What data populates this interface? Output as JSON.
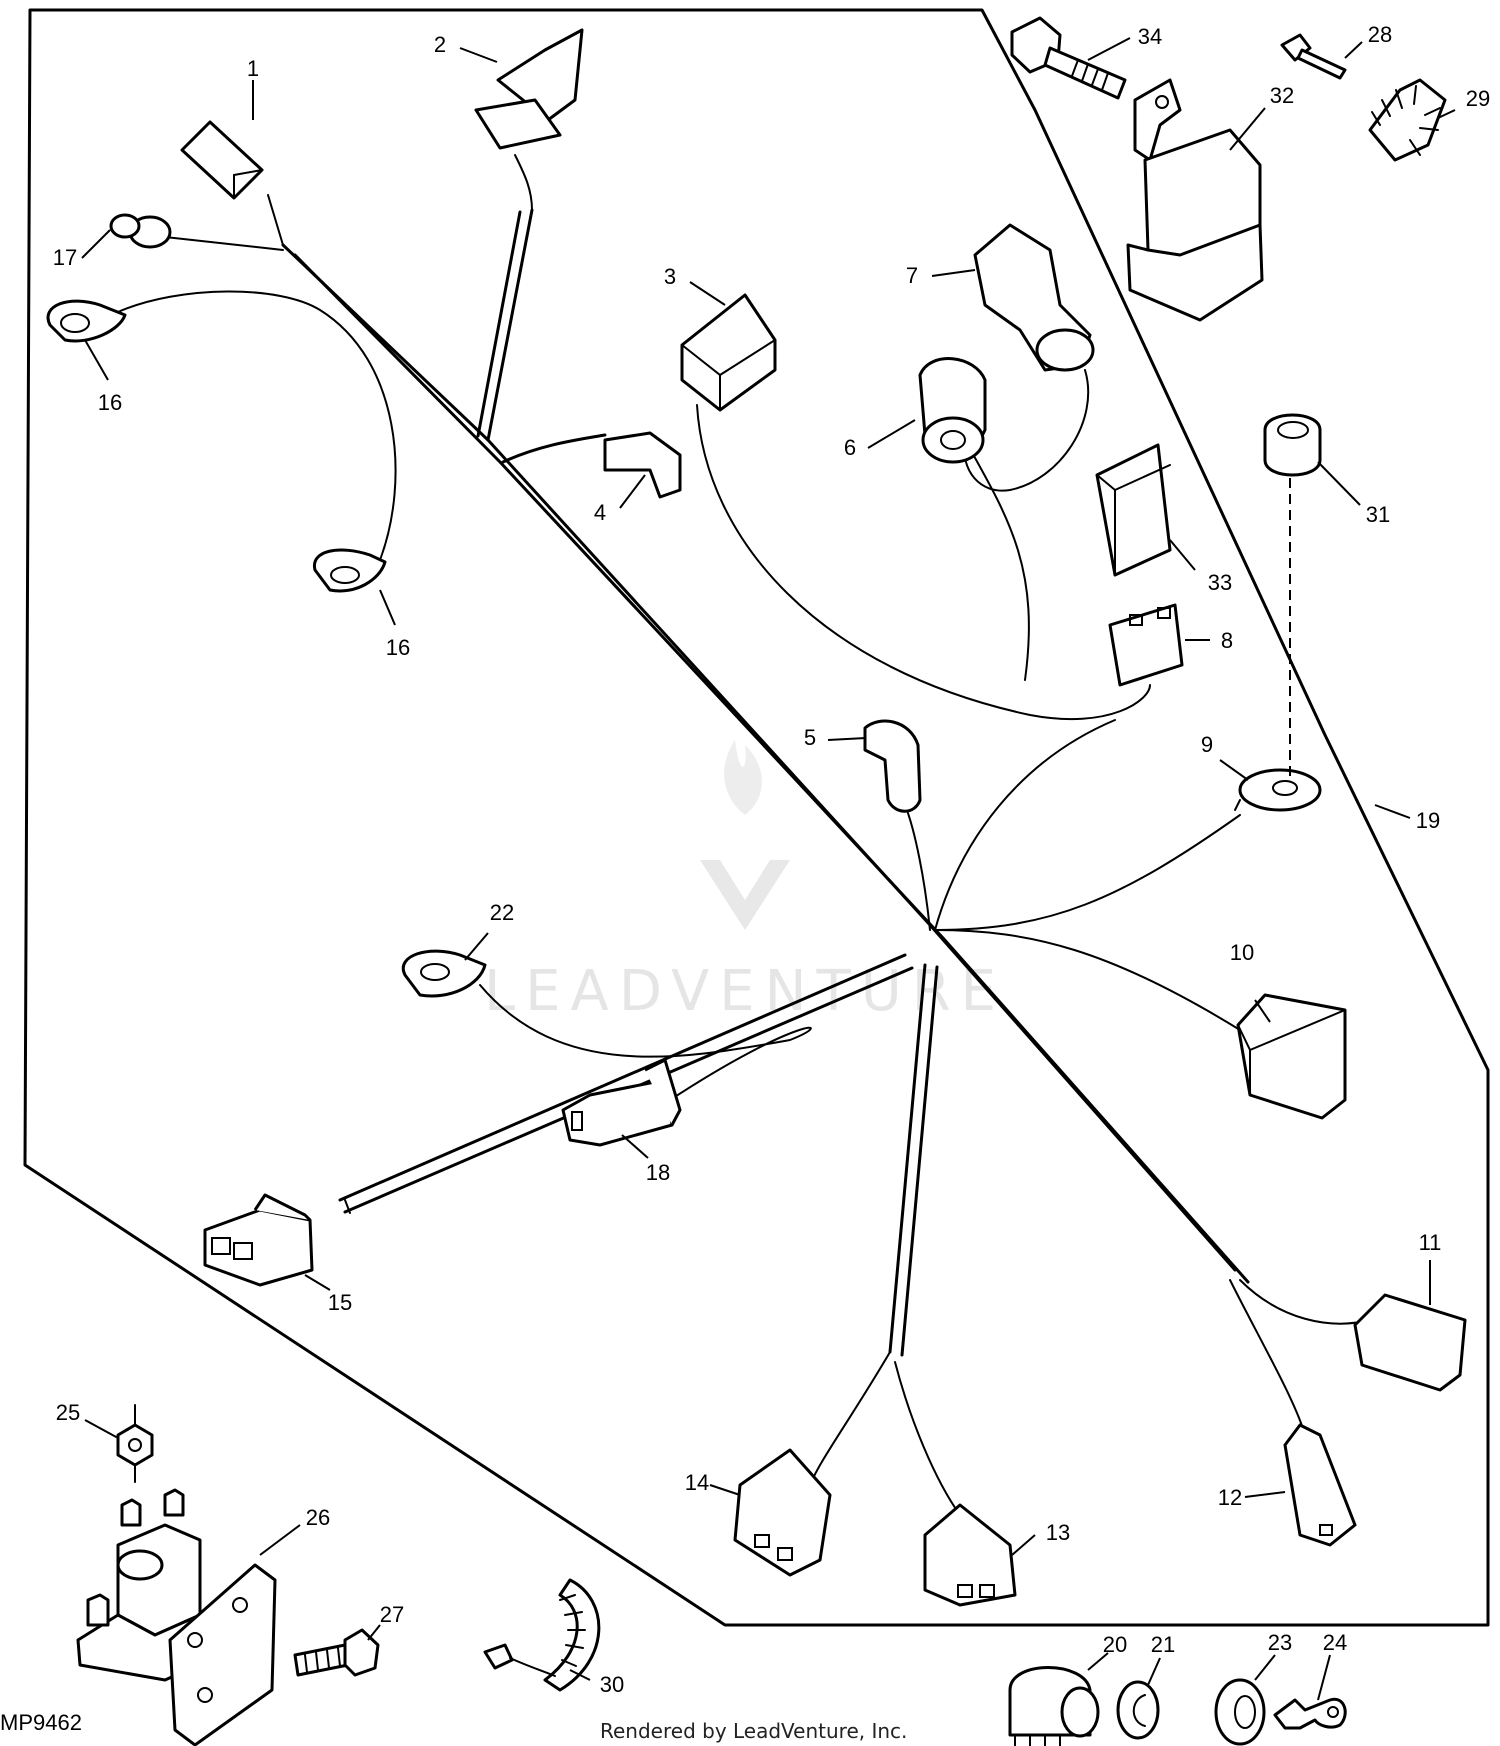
{
  "diagram": {
    "figure_code": "MP9462",
    "credit": "Rendered by LeadVenture, Inc.",
    "watermark": "LEADVENTURE",
    "callouts": [
      "1",
      "2",
      "3",
      "4",
      "5",
      "6",
      "7",
      "8",
      "9",
      "10",
      "11",
      "12",
      "13",
      "14",
      "15",
      "16",
      "16",
      "17",
      "18",
      "19",
      "20",
      "21",
      "22",
      "23",
      "24",
      "25",
      "26",
      "27",
      "28",
      "29",
      "30",
      "31",
      "32",
      "33",
      "34"
    ]
  }
}
